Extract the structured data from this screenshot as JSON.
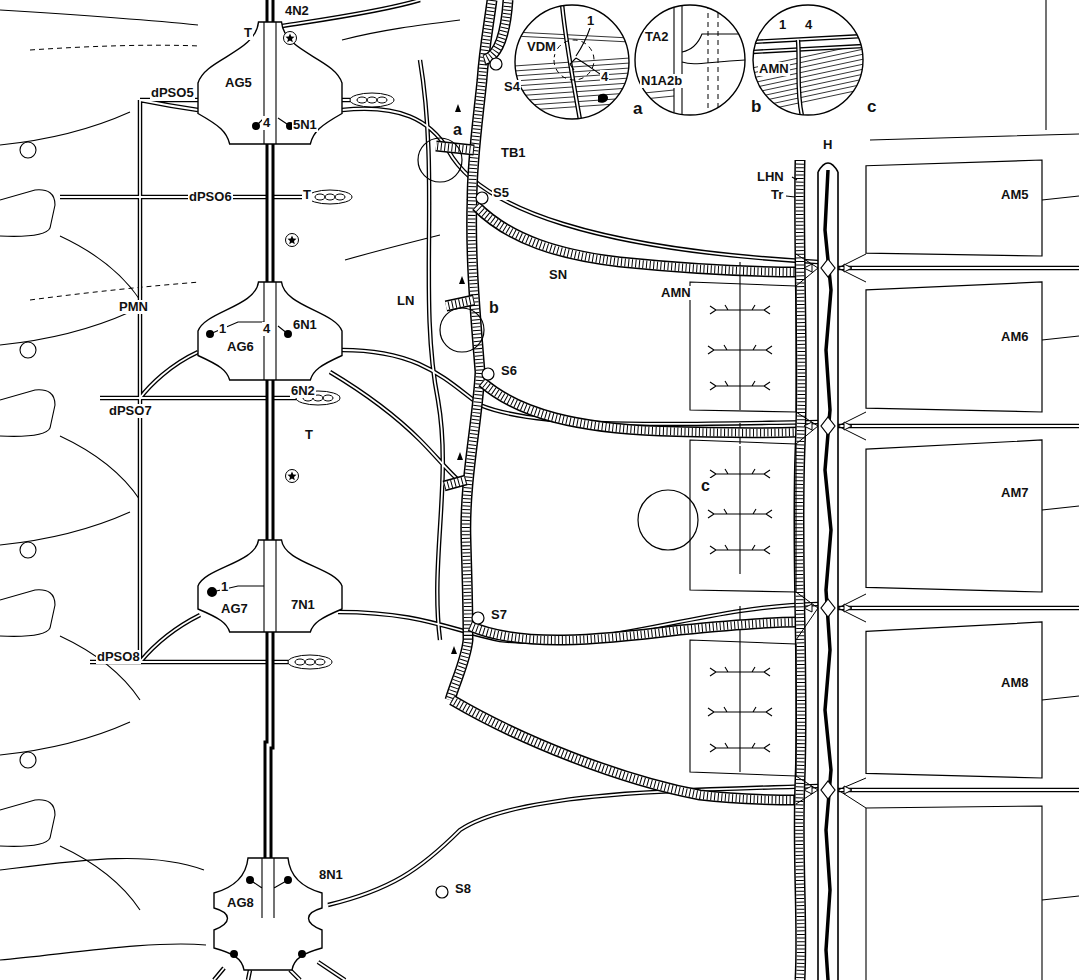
{
  "diagram": {
    "nodes": [
      {
        "text": [
          "a",
          "1",
          "VDM",
          "4"
        ]
      },
      {
        "text": [
          "b",
          "TA2",
          "N1A2b"
        ]
      },
      {
        "text": [
          "c",
          "1",
          "4",
          "AMN"
        ]
      },
      {
        "text": [
          "AG5"
        ]
      },
      {
        "text": [
          "AG6"
        ]
      },
      {
        "text": [
          "AG7"
        ]
      },
      {
        "text": [
          "AG8"
        ]
      },
      {
        "text": [
          "AM5"
        ]
      },
      {
        "text": [
          "AM6"
        ]
      },
      {
        "text": [
          "AM7"
        ]
      },
      {
        "text": [
          "AM8"
        ]
      }
    ],
    "edges": [
      {
        "from": 3,
        "to": 4,
        "arrow": "none"
      },
      {
        "from": 4,
        "to": 5,
        "arrow": "none"
      },
      {
        "from": 5,
        "to": 6,
        "arrow": "none"
      }
    ],
    "labels": [
      "4N2",
      "T",
      "S4",
      "dPSO5",
      "4",
      "5N1",
      "TB1",
      "a",
      "dPSO6",
      "T",
      "S5",
      "H",
      "LHN",
      "Tr",
      "SN",
      "AMN",
      "LN",
      "PMN",
      "b",
      "6N1",
      "1",
      "4",
      "S6",
      "6N2",
      "dPSO7",
      "T",
      "c",
      "1",
      "7N1",
      "S7",
      "dPSO8",
      "8N1",
      "S8"
    ]
  }
}
